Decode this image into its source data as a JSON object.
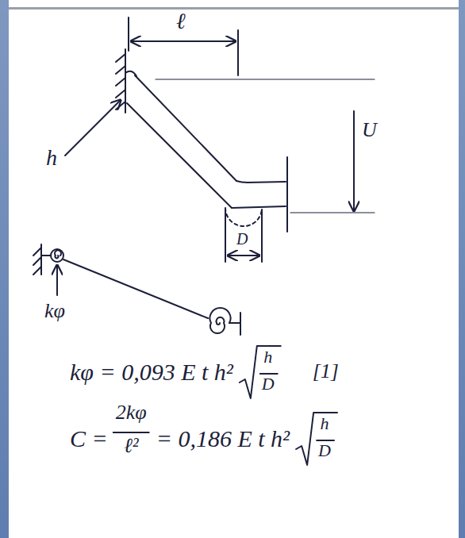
{
  "diagram": {
    "labels": [
      "ℓ",
      "h",
      "U",
      "D",
      "kφ",
      "kφ = 0,093 E t h²",
      "h",
      "D",
      "[1]",
      "C =",
      "2kφ",
      "ℓ²",
      "= 0,186 E t h²",
      "h",
      "D"
    ]
  }
}
